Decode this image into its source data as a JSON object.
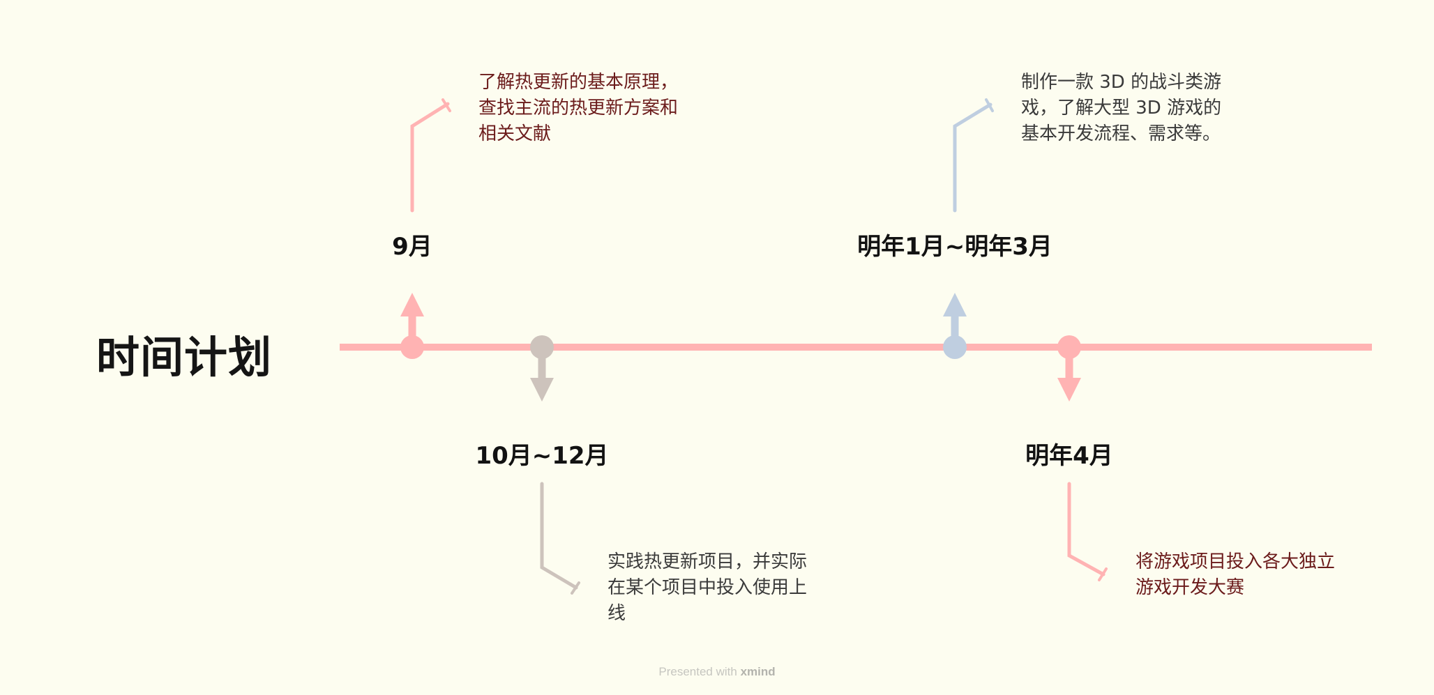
{
  "diagram": {
    "title": "时间计划",
    "milestones": [
      {
        "label": "9月",
        "description": "了解热更新的基本原理，\n查找主流的热更新方案和\n相关文献",
        "color": "#ffb3b3",
        "text_color": "#6b1b1b"
      },
      {
        "label": "10月~12月",
        "description": "实践热更新项目，并实际\n在某个项目中投入使用上\n线",
        "color": "#cdc3bc",
        "text_color": "#3a3a3a"
      },
      {
        "label": "明年1月~明年3月",
        "description": "制作一款 3D 的战斗类游\n戏，了解大型 3D 游戏的\n基本开发流程、需求等。",
        "color": "#bfcee0",
        "text_color": "#3a3a3a"
      },
      {
        "label": "明年4月",
        "description": "将游戏项目投入各大独立\n游戏开发大赛",
        "color": "#ffb3b3",
        "text_color": "#6b1b1b"
      }
    ],
    "timeline_color": "#ffb3b3",
    "footer": {
      "prefix": "Presented with ",
      "brand": "xmind"
    }
  }
}
